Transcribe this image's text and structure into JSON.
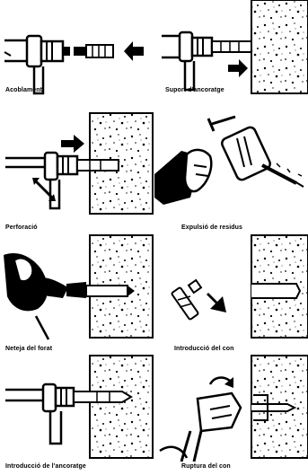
{
  "steps": [
    {
      "label": "Acoblament"
    },
    {
      "label": "Suport d'ancoratge"
    },
    {
      "label": "Perforació"
    },
    {
      "label": "Expulsió de residus"
    },
    {
      "label": "Neteja del forat"
    },
    {
      "label": "Introducció del con"
    },
    {
      "label": "Introducció de l'ancoratge"
    },
    {
      "label": "Ruptura del con"
    }
  ],
  "colors": {
    "ink": "#000000",
    "paper": "#ffffff"
  }
}
